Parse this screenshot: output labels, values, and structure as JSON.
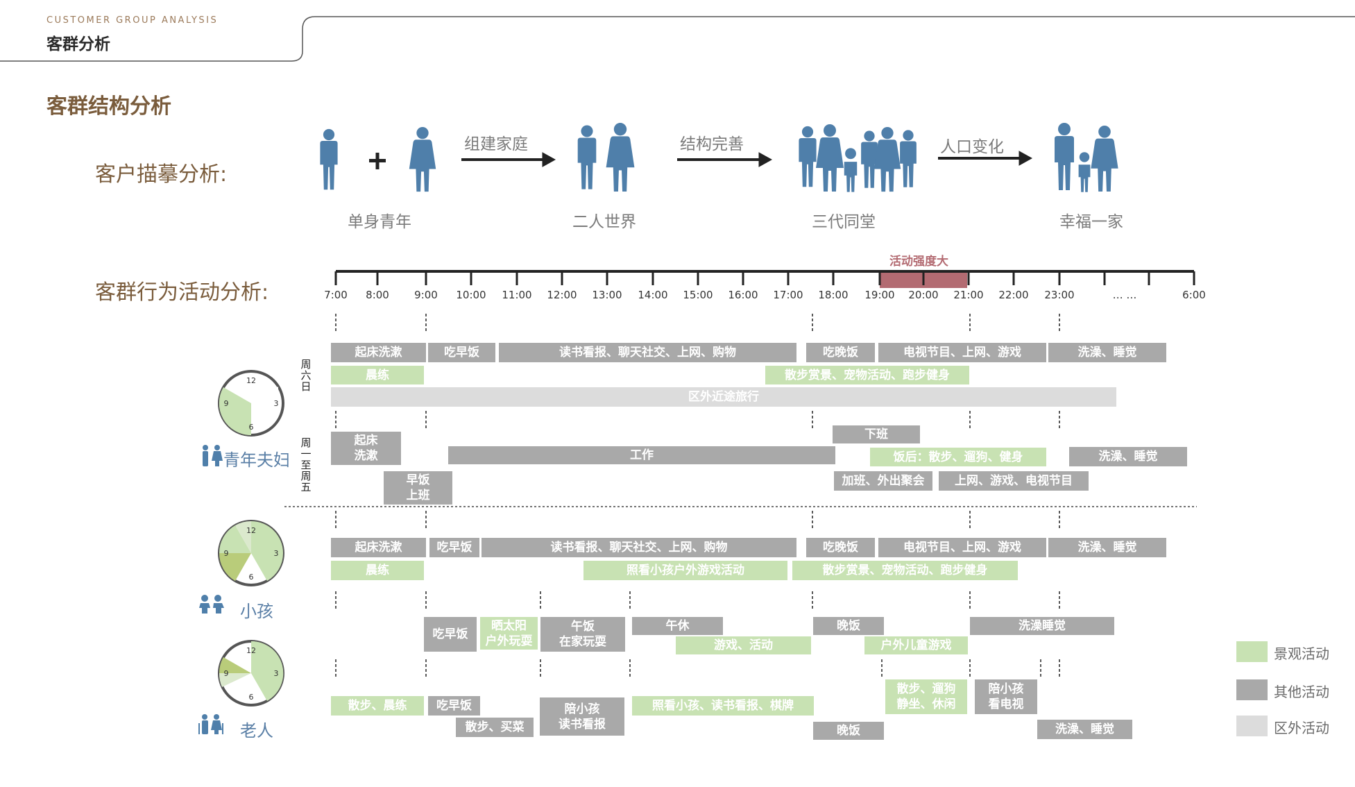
{
  "header": {
    "subtitle_en": "CUSTOMER GROUP ANALYSIS",
    "title": "客群分析"
  },
  "section_title": "客群结构分析",
  "profile": {
    "label": "客户描摹分析:",
    "plus": "+",
    "stages": [
      "单身青年",
      "二人世界",
      "三代同堂",
      "幸福一家"
    ],
    "transitions": [
      "组建家庭",
      "结构完善",
      "人口变化"
    ]
  },
  "activity": {
    "label": "客群行为活动分析:",
    "intensity_label": "活动强度大",
    "ticks": [
      "7:00",
      "8:00",
      "9:00",
      "10:00",
      "11:00",
      "12:00",
      "13:00",
      "14:00",
      "15:00",
      "16:00",
      "17:00",
      "18:00",
      "19:00",
      "20:00",
      "21:00",
      "22:00",
      "23:00",
      "… …",
      "6:00"
    ]
  },
  "groups": {
    "young": {
      "name": "青年夫妇",
      "weekend_label": "周六日",
      "weekday_label": "周一至周五",
      "weekend": {
        "wake": "起床洗漱",
        "breakfast": "吃早饭",
        "read": "读书看报、聊天社交、上网、购物",
        "dinner": "吃晚饭",
        "tv": "电视节目、上网、游戏",
        "bath": "洗澡、睡觉",
        "morning_ex": "晨练",
        "walk": "散步赏景、宠物活动、跑步健身",
        "trip": "区外近途旅行"
      },
      "weekday": {
        "wake1": "起床",
        "wake2": "洗漱",
        "bk1": "早饭",
        "bk2": "上班",
        "work": "工作",
        "offwork": "下班",
        "after_dinner": "饭后：散步、遛狗、健身",
        "bath": "洗澡、睡觉",
        "overtime": "加班、外出聚会",
        "net": "上网、游戏、电视节目"
      }
    },
    "child": {
      "name": "小孩",
      "parent_rows": {
        "wake": "起床洗漱",
        "breakfast": "吃早饭",
        "read": "读书看报、聊天社交、上网、购物",
        "dinner": "吃晚饭",
        "tv": "电视节目、上网、游戏",
        "bath": "洗澡、睡觉",
        "morning_ex": "晨练",
        "kids_play": "照看小孩户外游戏活动",
        "walk": "散步赏景、宠物活动、跑步健身"
      },
      "rows": {
        "breakfast": "吃早饭",
        "sun1": "晒太阳",
        "sun2": "户外玩耍",
        "lunch1": "午饭",
        "lunch2": "在家玩耍",
        "nap": "午休",
        "games": "游戏、活动",
        "dinner": "晚饭",
        "outdoor": "户外儿童游戏",
        "bath": "洗澡睡觉"
      }
    },
    "elder": {
      "name": "老人",
      "rows": {
        "walk_morning": "散步、晨练",
        "breakfast": "吃早饭",
        "shop": "散步、买菜",
        "kid1": "陪小孩",
        "kid2": "读书看报",
        "care": "照看小孩、读书看报、棋牌",
        "dinner": "晚饭",
        "dog1": "散步、遛狗",
        "dog2": "静坐、休闲",
        "tv1": "陪小孩",
        "tv2": "看电视",
        "bath": "洗澡、睡觉"
      }
    }
  },
  "legend": {
    "items": [
      "景观活动",
      "其他活动",
      "区外活动"
    ],
    "colors": {
      "scenic": "#c8e2b3",
      "other": "#a9a9a9",
      "offsite": "#dcdcdc"
    }
  },
  "colors": {
    "figure": "#4f7faa",
    "intensity": "#b36b72",
    "title_brown": "#7a5c3c"
  }
}
